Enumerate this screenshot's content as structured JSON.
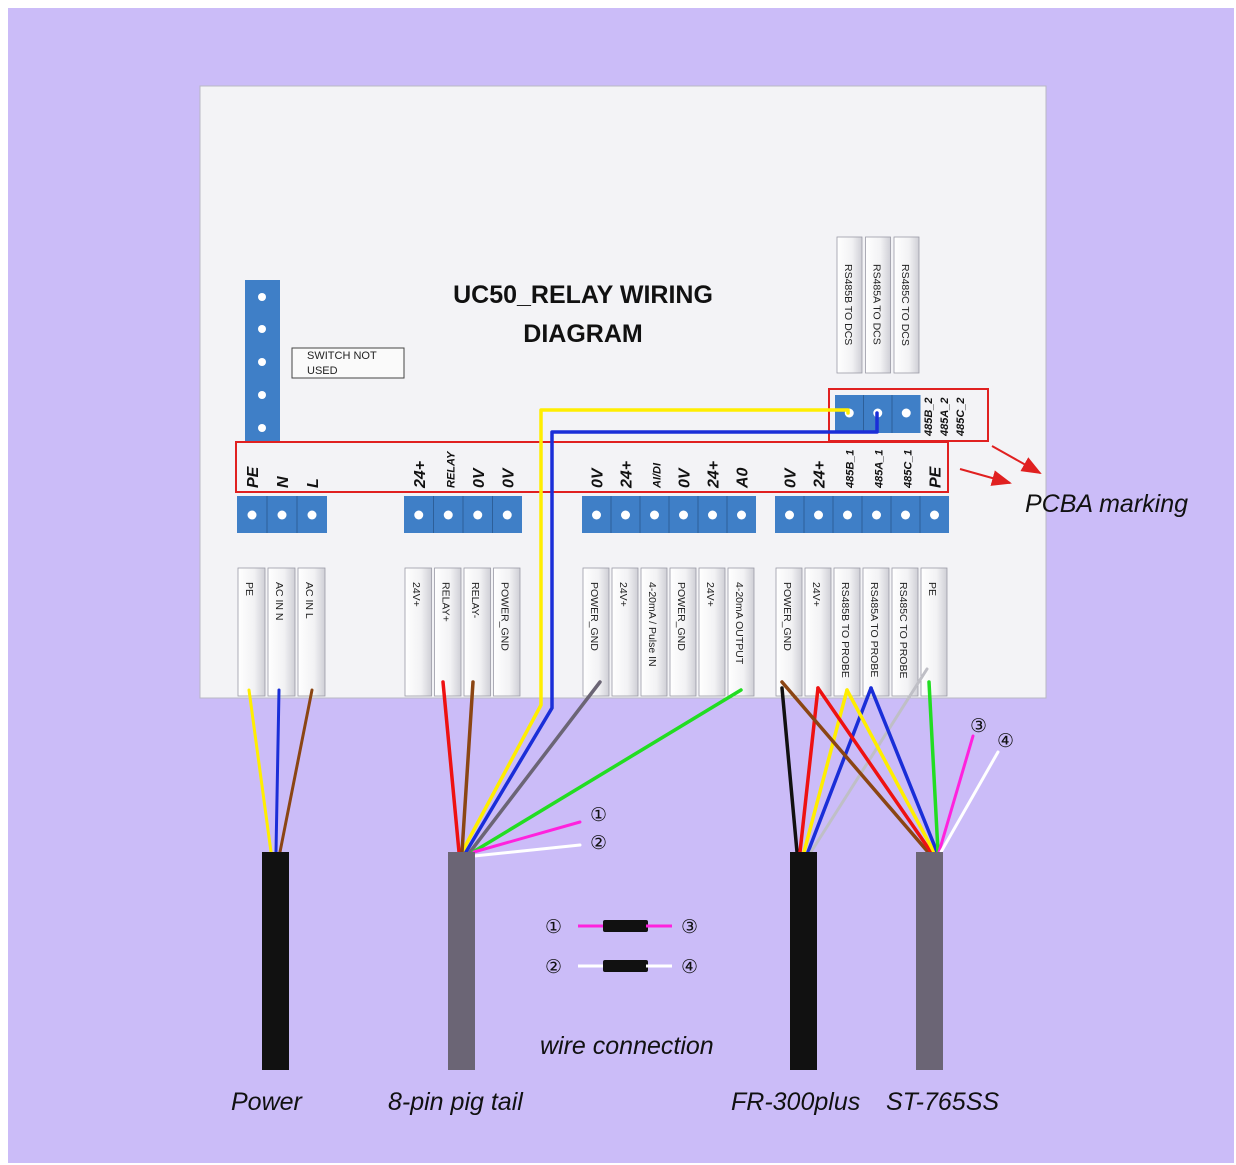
{
  "title_line1": "UC50_RELAY WIRING",
  "title_line2": "DIAGRAM",
  "switch_note": [
    "SWITCH NOT",
    "USED"
  ],
  "pcba_marking": "PCBA marking",
  "wire_connection": "wire connection",
  "terminal_groups": [
    {
      "id": "power",
      "labels": [
        "PE",
        "N",
        "L"
      ],
      "strips": [
        "PE",
        "AC IN N",
        "AC IN L"
      ]
    },
    {
      "id": "relay",
      "labels": [
        "24+",
        "RELAY",
        "0V",
        "0V"
      ],
      "strips": [
        "24V+",
        "RELAY+",
        "RELAY-",
        "POWER_GND"
      ]
    },
    {
      "id": "io",
      "labels": [
        "0V",
        "24+",
        "AI/DI",
        "0V",
        "24+",
        "A0"
      ],
      "strips": [
        "POWER_GND",
        "24V+",
        "4-20mA / Pulse IN",
        "POWER_GND",
        "24V+",
        "4-20mA OUTPUT"
      ]
    },
    {
      "id": "probe",
      "labels": [
        "0V",
        "24+",
        "485B_1",
        "485A_1",
        "485C_1",
        "PE"
      ],
      "strips": [
        "POWER_GND",
        "24V+",
        "RS485B TO PROBE",
        "RS485A TO PROBE",
        "RS485C TO PROBE",
        "PE"
      ]
    }
  ],
  "dcs_terminals": {
    "labels": [
      "485B_2",
      "485A_2",
      "485C_2"
    ],
    "strips": [
      "RS485B TO DCS",
      "RS485A TO DCS",
      "RS485C TO DCS"
    ]
  },
  "cables": [
    "Power",
    "8-pin pig tail",
    "FR-300plus",
    "ST-765SS"
  ],
  "connection_marks": [
    "①",
    "②",
    "③",
    "④"
  ],
  "colors": {
    "background": "#cbbcf8",
    "board": "#f3f3f6",
    "terminal": "#3f7fc7",
    "highlight": "#e02020",
    "yellow": "#ffee00",
    "blue": "#1a2ed8",
    "brown": "#8b4513",
    "red": "#ee1111",
    "gray": "#6b6575",
    "green": "#22dd22",
    "magenta": "#ff22dd",
    "white": "#ffffff",
    "black": "#111111"
  }
}
